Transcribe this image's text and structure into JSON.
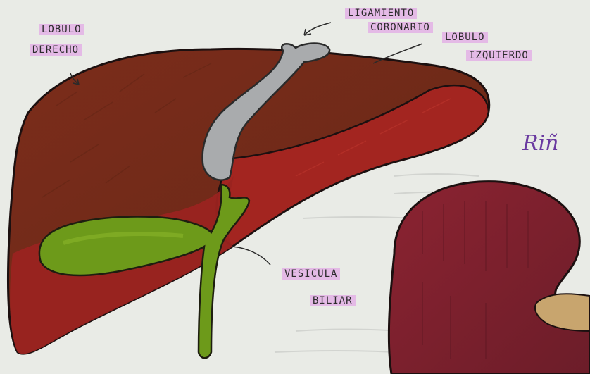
{
  "labels": {
    "lobulo_derecho_line1": "LOBULO",
    "lobulo_derecho_line2": "DERECHO",
    "ligamento_line1": "LIGAMIENTO",
    "ligamento_line2": "CORONARIO",
    "lobulo_izquierdo_line1": "LOBULO",
    "lobulo_izquierdo_line2": "IZQUIERDO",
    "vesicula_line1": "VESICULA",
    "vesicula_line2": "BILIAR",
    "rinon_title": "Riñ"
  },
  "colors": {
    "paper": "#e9ebe6",
    "liver_right_lobe": "#7a2e1c",
    "liver_left_lobe": "#a1231f",
    "ligament": "#a9abad",
    "gallbladder": "#6d9a1a",
    "kidney": "#7d1f2c",
    "highlight": "#e1aae6",
    "title_purple": "#6a3aa0"
  }
}
